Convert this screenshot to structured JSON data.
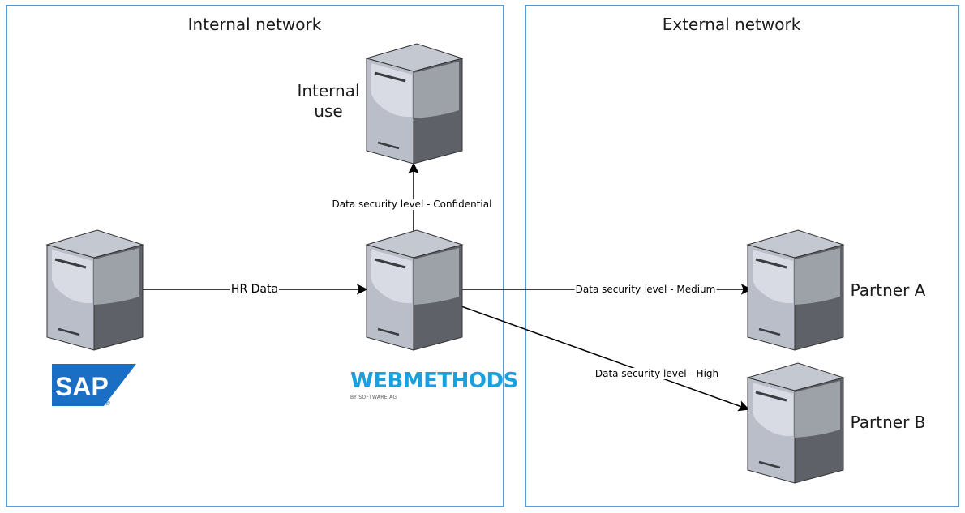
{
  "zones": {
    "internal": {
      "title": "Internal network"
    },
    "external": {
      "title": "External network"
    }
  },
  "nodes": {
    "internal_use": {
      "label_line1": "Internal",
      "label_line2": "use"
    },
    "partner_a": {
      "label": "Partner A"
    },
    "partner_b": {
      "label": "Partner B"
    }
  },
  "edges": {
    "sap_to_wm": {
      "label": "HR Data"
    },
    "wm_to_internal": {
      "label": "Data security level - Confidential"
    },
    "wm_to_partner_a": {
      "label": "Data security level - Medium"
    },
    "wm_to_partner_b": {
      "label": "Data security level - High"
    }
  },
  "logos": {
    "sap": {
      "text": "SAP",
      "mark": "®"
    },
    "webmethods": {
      "text": "WEBMETHODS",
      "sub": "BY SOFTWARE AG"
    }
  },
  "colors": {
    "zone_border": "#5b9bd5",
    "server_light": "#d0d4dc",
    "server_mid": "#9a9ea6",
    "server_dark": "#5e6268",
    "sap_blue": "#1a6fc4",
    "webmethods_blue": "#1aa0dc"
  }
}
